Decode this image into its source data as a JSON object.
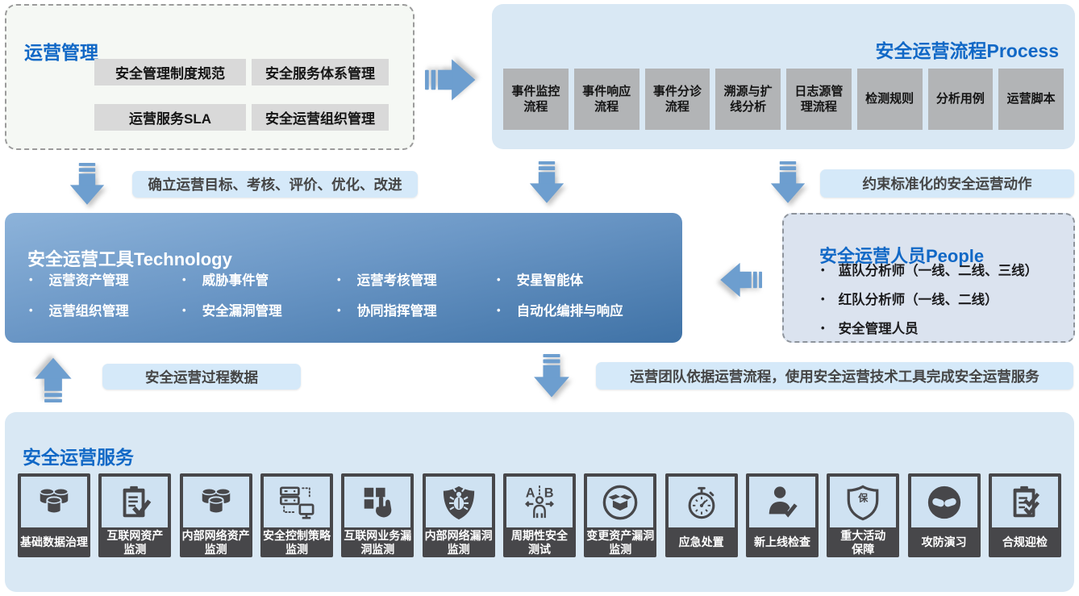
{
  "colors": {
    "accent_blue": "#1168c6",
    "panel_light_blue": "#d9e8f4",
    "management_panel_bg": "#f5f8f4",
    "people_panel_bg": "#dbe3ef",
    "chip_gray": "#d9d9d9",
    "process_chip_gray": "#b2b4b6",
    "arrow_blue": "#6d9ecf",
    "tech_gradient_start": "#8db3da",
    "tech_gradient_end": "#3f72a6",
    "tile_dark": "#47474a",
    "tile_icon_bg": "#cfe2f2",
    "pill_bg": "#d5e9f9"
  },
  "management": {
    "title": "运营管理",
    "items": [
      "安全管理制度规范",
      "安全服务体系管理",
      "运营服务SLA",
      "安全运营组织管理"
    ]
  },
  "process": {
    "title": "安全运营流程Process",
    "items": [
      "事件监控\n流程",
      "事件响应\n流程",
      "事件分诊\n流程",
      "溯源与扩\n线分析",
      "日志源管\n理流程",
      "检测规则",
      "分析用例",
      "运营脚本"
    ]
  },
  "technology": {
    "title": "安全运营工具Technology",
    "items": [
      "运营资产管理",
      "威胁事件管",
      "运营考核管理",
      "安星智能体",
      "运营组织管理",
      "安全漏洞管理",
      "协同指挥管理",
      "自动化编排与响应"
    ]
  },
  "people": {
    "title": "安全运营人员People",
    "items": [
      "蓝队分析师（一线、二线、三线）",
      "红队分析师（一线、二线）",
      "安全管理人员"
    ]
  },
  "flow_labels": {
    "goal": "确立运营目标、考核、评价、优化、改进",
    "constraint": "约束标准化的安全运营动作",
    "data": "安全运营过程数据",
    "team": "运营团队依据运营流程，使用安全运营技术工具完成安全运营服务"
  },
  "flow_arrows": {
    "management_to_process": "right-arrow-icon",
    "management_to_technology": "down-arrow-icon",
    "process_to_technology": "down-arrow-icon",
    "process_to_people": "down-arrow-icon",
    "people_to_technology": "left-arrow-icon",
    "technology_to_management": "up-arrow-icon",
    "technology_to_services": "down-arrow-icon"
  },
  "services": {
    "title": "安全运营服务",
    "items": [
      {
        "label": "基础数据治理",
        "icon": "database-icon"
      },
      {
        "label": "互联网资产\n监测",
        "icon": "clipboard-check-icon"
      },
      {
        "label": "内部网络资产\n监测",
        "icon": "database-icon"
      },
      {
        "label": "安全控制策略\n监测",
        "icon": "server-monitor-icon"
      },
      {
        "label": "互联网业务漏\n洞监测",
        "icon": "keypad-hand-icon"
      },
      {
        "label": "内部网络漏洞\n监测",
        "icon": "bug-shield-icon"
      },
      {
        "label": "周期性安全\n测试",
        "icon": "ab-test-person-icon"
      },
      {
        "label": "变更资产漏洞\n监测",
        "icon": "open-box-circle-icon"
      },
      {
        "label": "应急处置",
        "icon": "stopwatch-icon"
      },
      {
        "label": "新上线检查",
        "icon": "person-check-icon"
      },
      {
        "label": "重大活动\n保障",
        "icon": "shield-badge-icon",
        "badge": "保"
      },
      {
        "label": "攻防演习",
        "icon": "handshake-icon"
      },
      {
        "label": "合规迎检",
        "icon": "clipboard-double-check-icon"
      }
    ]
  }
}
